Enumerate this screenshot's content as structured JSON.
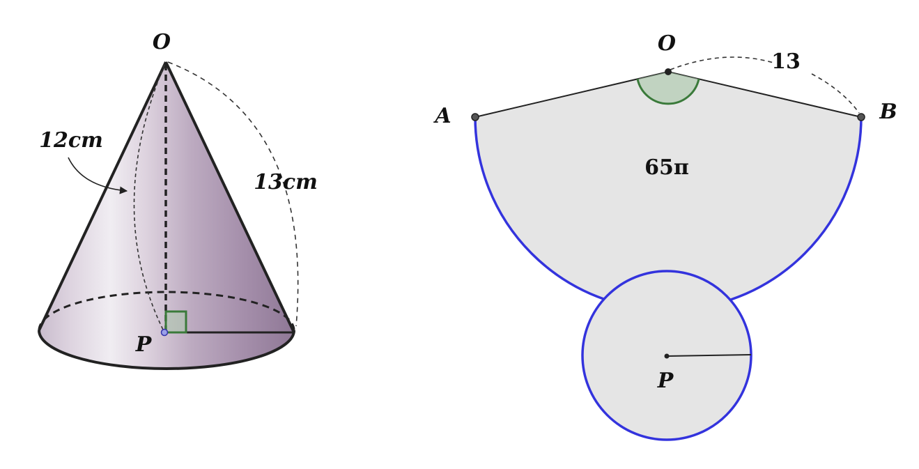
{
  "cone": {
    "apex_label": "O",
    "center_label": "P",
    "height_label": "12cm",
    "slant_label": "13cm"
  },
  "net": {
    "apex_label": "O",
    "left_label": "A",
    "right_label": "B",
    "radius_label": "13",
    "area_label": "65π",
    "base_center_label": "P"
  },
  "colors": {
    "cone_fill_light": "#eeeaf1",
    "cone_fill_dark": "#9c84a3",
    "net_fill": "#e5e5e5",
    "arc_stroke": "#3333dd",
    "angle_marker": "#3a7a3a",
    "line": "#222222"
  }
}
